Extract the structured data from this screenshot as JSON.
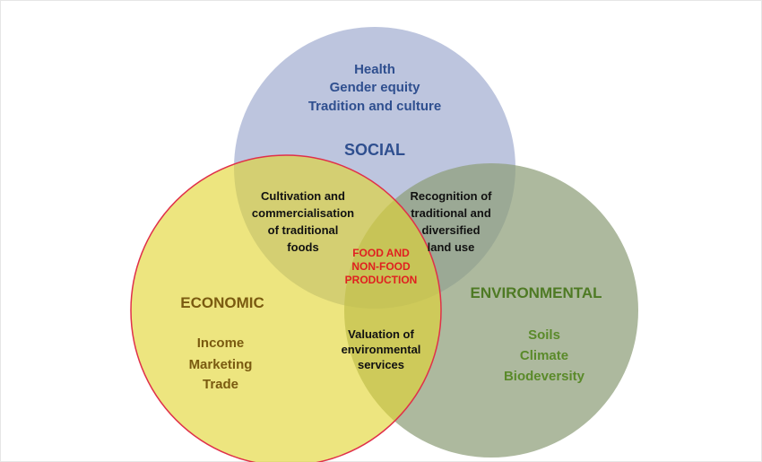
{
  "colors": {
    "social": "#9aa6cc",
    "economic": "#e2d530",
    "environmental": "#8e9e78",
    "economic_stroke": "#e0304a",
    "center_text": "#e02020"
  },
  "social": {
    "items": [
      "Health",
      "Gender equity",
      "Tradition and culture"
    ],
    "title": "SOCIAL"
  },
  "economic": {
    "title": "ECONOMIC",
    "items": [
      "Income",
      "Marketing",
      "Trade"
    ]
  },
  "environmental": {
    "title": "ENVIRONMENTAL",
    "items": [
      "Soils",
      "Climate",
      "Biodeversity"
    ]
  },
  "overlaps": {
    "social_economic": [
      "Cultivation and",
      "commercialisation",
      "of traditional",
      "foods"
    ],
    "social_environmental": [
      "Recognition of",
      "traditional and",
      "diversified",
      "land use"
    ],
    "economic_environmental": [
      "Valuation of",
      "environmental",
      "services"
    ]
  },
  "center": [
    "FOOD AND",
    "NON-FOOD",
    "PRODUCTION"
  ]
}
